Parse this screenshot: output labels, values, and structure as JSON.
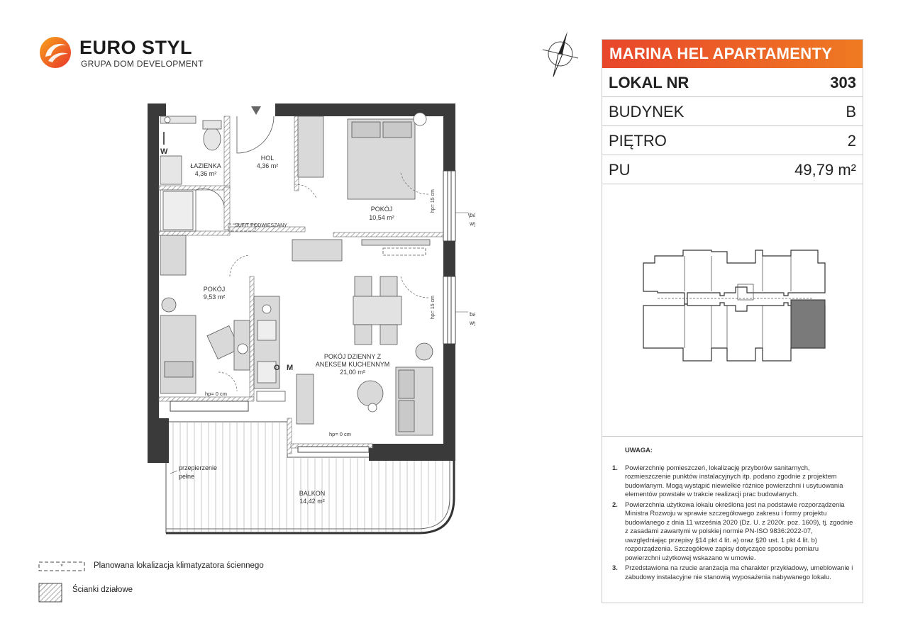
{
  "brand": {
    "name": "EURO STYL",
    "tagline": "GRUPA DOM DEVELOPMENT",
    "colors": {
      "orange": "#ef7a22",
      "red": "#e8462b"
    }
  },
  "info": {
    "title": "MARINA HEL APARTAMENTY",
    "rows": [
      {
        "label": "LOKAL NR",
        "value": "303"
      },
      {
        "label": "BUDYNEK",
        "value": "B"
      },
      {
        "label": "PIĘTRO",
        "value": "2"
      },
      {
        "label": "PU",
        "value": "49,79 m²"
      }
    ]
  },
  "notes": {
    "title": "UWAGA:",
    "items": [
      {
        "num": "1.",
        "text": "Powierzchnię pomieszczeń, lokalizację przyborów sanitarnych, rozmieszczenie punktów instalacyjnych itp. podano zgodnie z projektem budowlanym. Mogą wystąpić niewielkie różnice powierzchni i usytuowania elementów powstałe w trakcie realizacji prac budowlanych."
      },
      {
        "num": "2.",
        "text": "Powierzchnia użytkowa lokalu określona jest na podstawie rozporządzenia Ministra Rozwoju w sprawie szczegółowego zakresu i formy projektu budowlanego z dnia 11 września 2020 (Dz. U. z 2020r. poz. 1609), tj. zgodnie z zasadami zawartymi w polskiej normie PN-ISO 9836:2022-07, uwzględniając przepisy §14 pkt 4 lit. a) oraz §20 ust. 1 pkt 4 lit. b) rozporządzenia. Szczegółowe zapisy dotyczące sposobu pomiaru powierzchni użytkowej wskazano w umowie."
      },
      {
        "num": "3.",
        "text": "Przedstawiona na rzucie aranżacja ma charakter przykładowy, umeblowanie i zabudowy instalacyjne nie stanowią wyposażenia nabywanego lokalu."
      }
    ]
  },
  "plan": {
    "rooms": {
      "bathroom": {
        "name": "ŁAZIENKA",
        "area": "4,36 m²"
      },
      "hall": {
        "name": "HOL",
        "area": "4,36 m²"
      },
      "bedroom1": {
        "name": "POKÓJ",
        "area": "10,54 m²"
      },
      "bedroom2": {
        "name": "POKÓJ",
        "area": "9,53 m²"
      },
      "living_line1": "POKÓJ DZIENNY Z",
      "living_line2": "ANEKSEM KUCHENNYM",
      "living_area": "21,00 m²",
      "balcony": {
        "name": "BALKON",
        "area": "14,42 m²"
      }
    },
    "labels": {
      "ceiling": "SUFIT PODWIESZANY",
      "railing1_line1": "balustrada",
      "railing1_line2": "wysoka, ażurowa",
      "railing2_line1": "balustrada",
      "railing2_line2": "wysoka, ażurowa",
      "partition_line1": "przepierzenie",
      "partition_line2": "pełne",
      "hp1": "hp= 0 cm",
      "hp2": "hp= 0 cm",
      "hp3": "hp= 15 cm",
      "hp4": "hp= 15 cm",
      "w_mark": "W",
      "o_mark": "O",
      "m_mark": "M"
    }
  },
  "legend": [
    {
      "icon": "dashed-box-icon",
      "text": "Planowana lokalizacja klimatyzatora ściennego"
    },
    {
      "icon": "hatch-icon",
      "text": "Ścianki działowe"
    }
  ]
}
